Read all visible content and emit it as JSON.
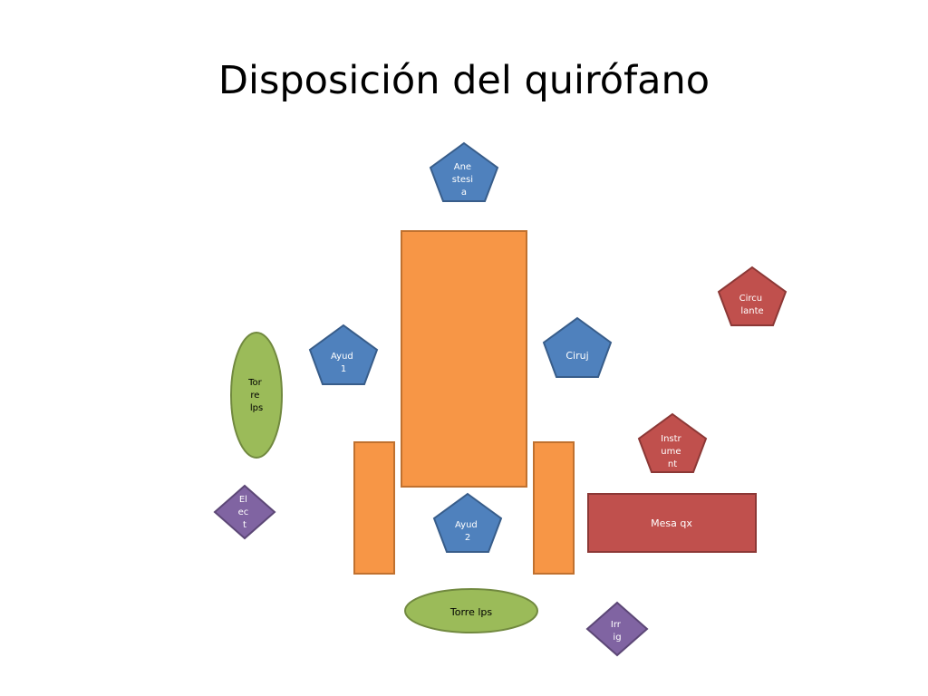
{
  "title": "Disposición del quirófano",
  "colors": {
    "orange": "#f79646",
    "orange_stroke": "#c0712f",
    "blue": "#4f81bd",
    "blue_stroke": "#385d8a",
    "red": "#c0504d",
    "red_stroke": "#8c3836",
    "green": "#9bbb59",
    "green_stroke": "#71893f",
    "purple": "#8064a2",
    "purple_stroke": "#5c4776"
  },
  "shapes": {
    "anestesia": {
      "lines": [
        "Ane",
        "stesi",
        "a"
      ],
      "icon": "pentagon"
    },
    "circulante": {
      "lines": [
        "Circu",
        "lante"
      ],
      "icon": "pentagon"
    },
    "ayudante_1": {
      "lines": [
        "Ayud",
        "1"
      ],
      "icon": "pentagon"
    },
    "cirujano": {
      "lines": [
        "Ciruj"
      ],
      "icon": "pentagon"
    },
    "instrumentista": {
      "lines": [
        "Instr",
        "ume",
        "nt"
      ],
      "icon": "pentagon"
    },
    "ayudante_2": {
      "lines": [
        "Ayud",
        "2"
      ],
      "icon": "pentagon"
    },
    "torre_lps_left": {
      "lines": [
        "Tor",
        "re",
        "lps"
      ],
      "icon": "ellipse"
    },
    "torre_lps_bottom": {
      "lines": [
        "Torre lps"
      ],
      "icon": "ellipse"
    },
    "electro": {
      "lines": [
        "El",
        "ec",
        "t"
      ],
      "icon": "diamond"
    },
    "irrigacion": {
      "lines": [
        "Irr",
        "ig"
      ],
      "icon": "diamond"
    },
    "mesa_qx": {
      "lines": [
        "Mesa qx"
      ],
      "icon": "rectangle"
    }
  }
}
